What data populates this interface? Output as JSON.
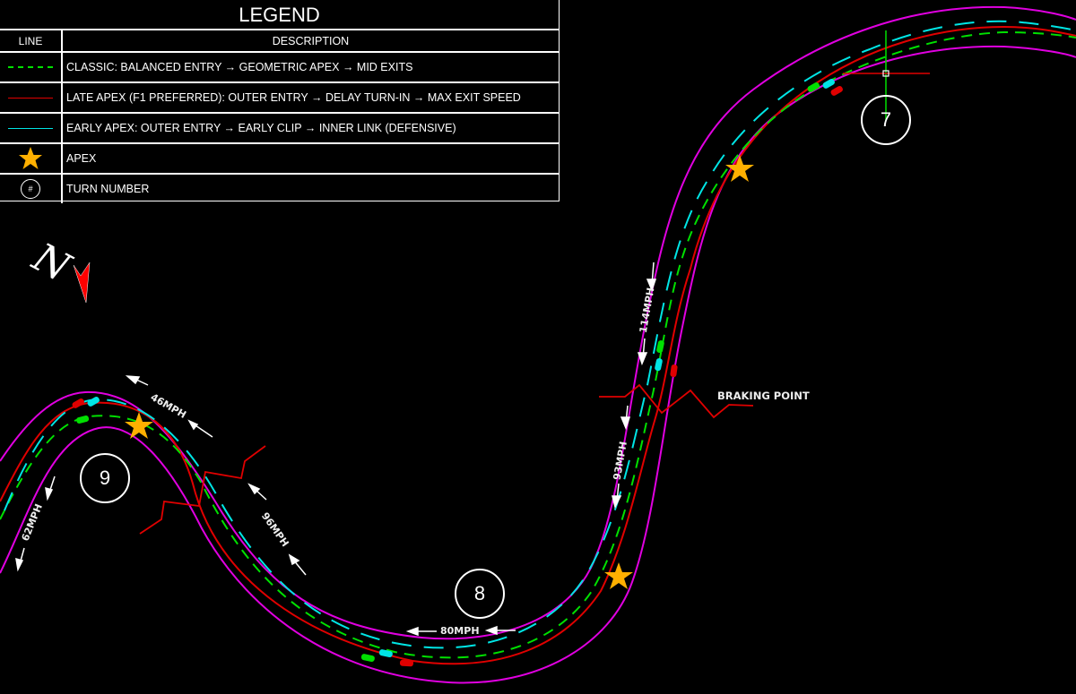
{
  "legend": {
    "title": "LEGEND",
    "col_line": "LINE",
    "col_description": "DESCRIPTION",
    "rows": [
      {
        "symbol": "green-dashed-line",
        "color": "#00e000",
        "label": "CLASSIC: BALANCED ENTRY → GEOMETRIC APEX → MID EXITS"
      },
      {
        "symbol": "red-solid-line",
        "color": "#e00000",
        "label": "LATE APEX (F1 PREFERRED): OUTER ENTRY → DELAY TURN-IN → MAX EXIT SPEED"
      },
      {
        "symbol": "cyan-solid-line",
        "color": "#00e5e5",
        "label": "EARLY APEX: OUTER ENTRY → EARLY CLIP → INNER LINK (DEFENSIVE)"
      },
      {
        "symbol": "star-icon",
        "color": "#ffb000",
        "label": "APEX"
      },
      {
        "symbol": "turn-number-circle",
        "glyph": "#",
        "label": "TURN NUMBER"
      }
    ]
  },
  "compass": {
    "label": "N",
    "arrow_color": "#ff0000"
  },
  "turns": [
    {
      "number": "7"
    },
    {
      "number": "8"
    },
    {
      "number": "9"
    }
  ],
  "speeds": [
    {
      "label": "114MPH"
    },
    {
      "label": "93MPH"
    },
    {
      "label": "80MPH"
    },
    {
      "label": "96MPH"
    },
    {
      "label": "46MPH"
    },
    {
      "label": "62MPH"
    }
  ],
  "annotations": {
    "braking_point": "BRAKING POINT"
  },
  "colors": {
    "track_edge": "#e000e0",
    "classic": "#00e000",
    "late_apex": "#e00000",
    "early_apex": "#00e5e5",
    "apex_star": "#ffb000",
    "background": "#000000"
  }
}
